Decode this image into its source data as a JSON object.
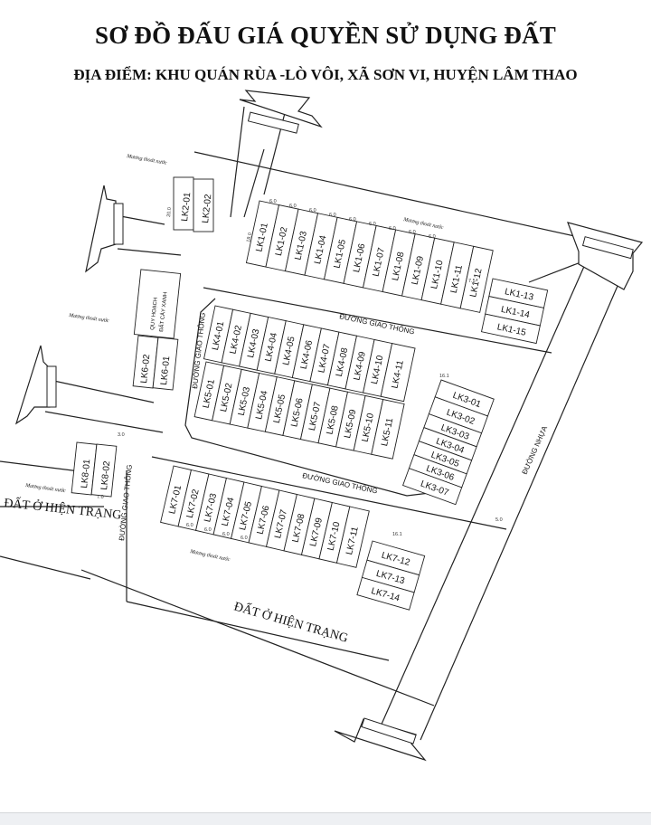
{
  "title": "SƠ ĐỒ ĐẤU GIÁ QUYỀN SỬ DỤNG ĐẤT",
  "subtitle": "ĐỊA ĐIỂM: KHU QUÁN RÙA -LÒ VÔI, XÃ SƠN VI, HUYỆN LÂM THAO",
  "blocks": {
    "lk1_main": [
      "LK1-01",
      "LK1-02",
      "LK1-03",
      "LK1-04",
      "LK1-05",
      "LK1-06",
      "LK1-07",
      "LK1-08",
      "LK1-09",
      "LK1-10",
      "LK1-11",
      "LK1-12"
    ],
    "lk1_end": [
      "LK1-13",
      "LK1-14",
      "LK1-15"
    ],
    "lk2": [
      "LK2-01",
      "LK2-02"
    ],
    "lk4": [
      "LK4-01",
      "LK4-02",
      "LK4-03",
      "LK4-04",
      "LK4-05",
      "LK4-06",
      "LK4-07",
      "LK4-08",
      "LK4-09",
      "LK4-10",
      "LK4-11"
    ],
    "lk5": [
      "LK5-01",
      "LK5-02",
      "LK5-03",
      "LK5-04",
      "LK5-05",
      "LK5-06",
      "LK5-07",
      "LK5-08",
      "LK5-09",
      "LK5-10",
      "LK5-11"
    ],
    "lk3": [
      "LK3-01",
      "LK3-02",
      "LK3-03",
      "LK3-04",
      "LK3-05",
      "LK3-06",
      "LK3-07"
    ],
    "lk6": [
      "LK6-02",
      "LK6-01"
    ],
    "lk8": [
      "LK8-01",
      "LK8-02"
    ],
    "lk7_main": [
      "LK7-01",
      "LK7-02",
      "LK7-03",
      "LK7-04",
      "LK7-05",
      "LK7-06",
      "LK7-07",
      "LK7-08",
      "LK7-09",
      "LK7-10",
      "LK7-11"
    ],
    "lk7_end": [
      "LK7-12",
      "LK7-13",
      "LK7-14"
    ]
  },
  "labels": {
    "road_upper": "ĐƯỜNG GIAO THÔNG",
    "road_lower": "ĐƯỜNG GIAO THÔNG",
    "road_vertical_left": "ĐƯỜNG GIAO THÔNG",
    "road_lk8": "ĐƯỜNG GIAO THÔNG",
    "road_asphalt": "ĐƯỜNG NHỰA",
    "existing_land_left": "ĐẤT Ở HIỆN TRẠNG",
    "existing_land_bottom": "ĐẤT Ở HIỆN TRẠNG",
    "planning_1": "QUY HOẠCH",
    "planning_2": "ĐẤT CÂY XANH",
    "drain_1": "Mương thoát nước",
    "drain_2": "Mương thoát nước",
    "drain_3": "Mương thoát nước",
    "drain_4": "Mương thoát nước",
    "drain_5": "Mương thoát nước"
  },
  "dimensions": {
    "frontage_6": "6.0",
    "frontage_5": "5.0",
    "depth_20": "20.0",
    "depth_18": "18.0",
    "depth_16": "16.1",
    "edge_75": "7.5",
    "edge_70": "7.0",
    "edge_30": "3.0"
  }
}
